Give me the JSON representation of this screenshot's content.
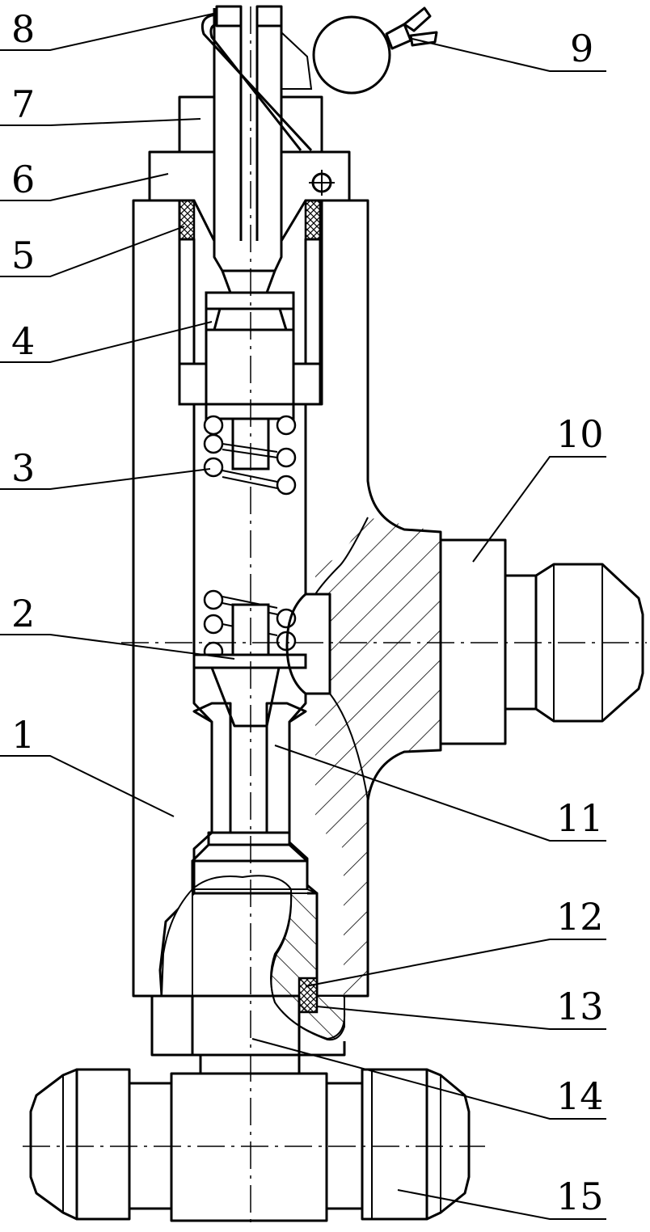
{
  "labels": [
    {
      "id": "1",
      "text": "1"
    },
    {
      "id": "2",
      "text": "2"
    },
    {
      "id": "3",
      "text": "3"
    },
    {
      "id": "4",
      "text": "4"
    },
    {
      "id": "5",
      "text": "5"
    },
    {
      "id": "6",
      "text": "6"
    },
    {
      "id": "7",
      "text": "7"
    },
    {
      "id": "8",
      "text": "8"
    },
    {
      "id": "9",
      "text": "9"
    },
    {
      "id": "10",
      "text": "10"
    },
    {
      "id": "11",
      "text": "11"
    },
    {
      "id": "12",
      "text": "12"
    },
    {
      "id": "13",
      "text": "13"
    },
    {
      "id": "14",
      "text": "14"
    },
    {
      "id": "15",
      "text": "15"
    }
  ]
}
